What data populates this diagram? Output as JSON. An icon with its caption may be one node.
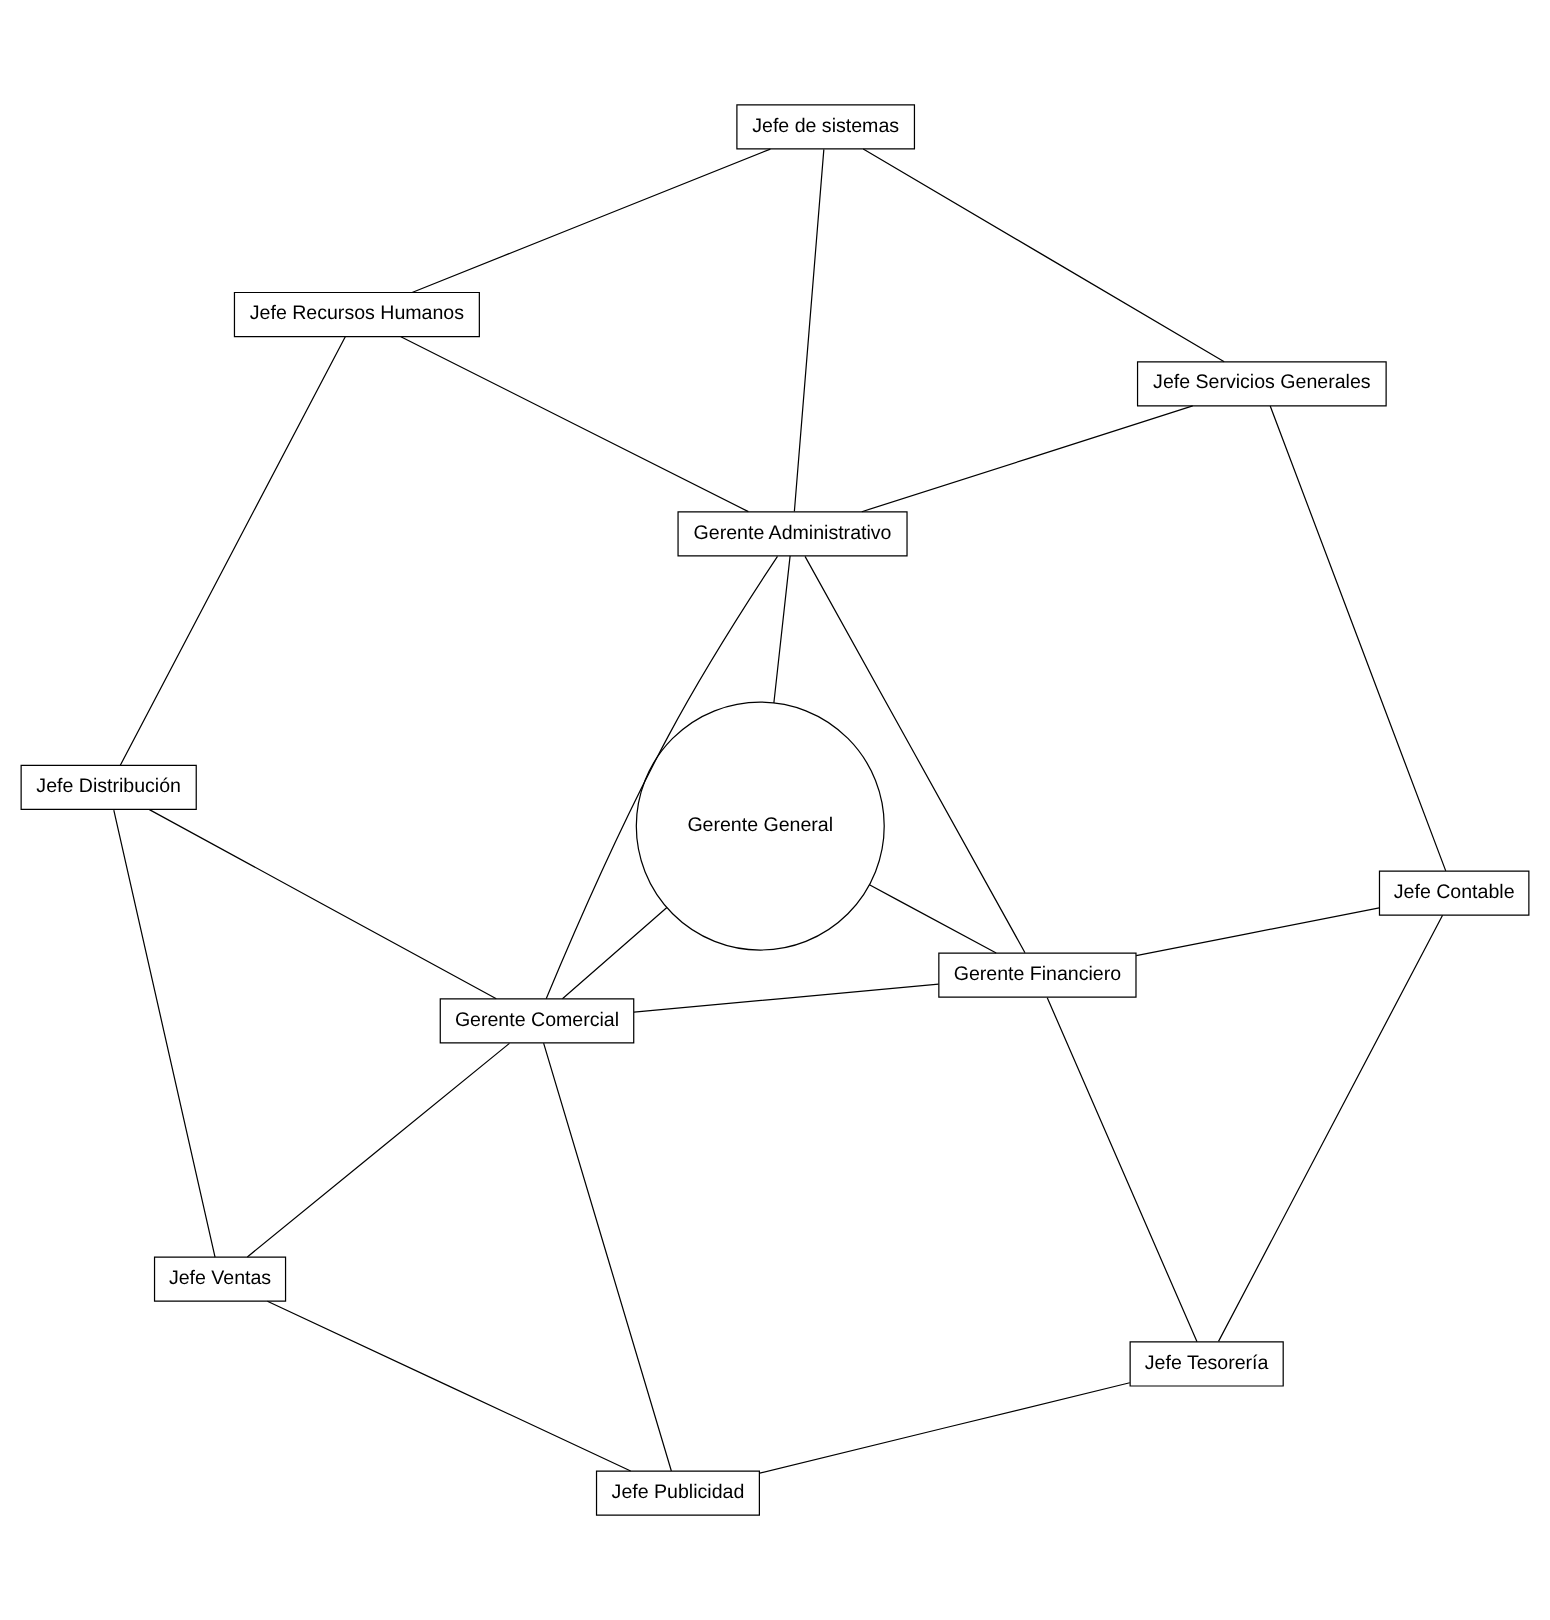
{
  "diagram": {
    "nodes": [
      {
        "text": [
          "Jefe de sistemas"
        ]
      },
      {
        "text": [
          "Jefe Recursos Humanos"
        ]
      },
      {
        "text": [
          "Jefe Servicios Generales"
        ]
      },
      {
        "text": [
          "Gerente Administrativo"
        ]
      },
      {
        "text": [
          "Jefe Contable"
        ]
      },
      {
        "text": [
          "Gerente General"
        ]
      },
      {
        "text": [
          "Gerente Financiero"
        ]
      },
      {
        "text": [
          "Jefe Tesorería"
        ]
      },
      {
        "text": [
          "Gerente Comercial"
        ]
      },
      {
        "text": [
          "Jefe Distribución"
        ]
      },
      {
        "text": [
          "Jefe Publicidad"
        ]
      },
      {
        "text": [
          "Jefe Ventas"
        ]
      }
    ],
    "edges": [
      {
        "from": 5,
        "to": 3,
        "arrow": "none"
      },
      {
        "from": 5,
        "to": 6,
        "arrow": "none"
      },
      {
        "from": 5,
        "to": 8,
        "arrow": "none"
      },
      {
        "from": 3,
        "to": 0,
        "arrow": "none"
      },
      {
        "from": 3,
        "to": 1,
        "arrow": "none"
      },
      {
        "from": 3,
        "to": 2,
        "arrow": "none"
      },
      {
        "from": 6,
        "to": 4,
        "arrow": "none"
      },
      {
        "from": 6,
        "to": 7,
        "arrow": "none"
      },
      {
        "from": 8,
        "to": 9,
        "arrow": "none"
      },
      {
        "from": 8,
        "to": 11,
        "arrow": "none"
      },
      {
        "from": 8,
        "to": 10,
        "arrow": "none"
      },
      {
        "from": 3,
        "to": 6,
        "arrow": "none"
      },
      {
        "from": 6,
        "to": 8,
        "arrow": "none"
      },
      {
        "from": 8,
        "to": 3,
        "arrow": "none"
      },
      {
        "from": 0,
        "to": 2,
        "arrow": "none"
      },
      {
        "from": 2,
        "to": 4,
        "arrow": "none"
      },
      {
        "from": 4,
        "to": 7,
        "arrow": "none"
      },
      {
        "from": 7,
        "to": 10,
        "arrow": "none"
      },
      {
        "from": 10,
        "to": 11,
        "arrow": "none"
      },
      {
        "from": 11,
        "to": 9,
        "arrow": "none"
      },
      {
        "from": 9,
        "to": 1,
        "arrow": "none"
      },
      {
        "from": 1,
        "to": 0,
        "arrow": "none"
      }
    ]
  }
}
